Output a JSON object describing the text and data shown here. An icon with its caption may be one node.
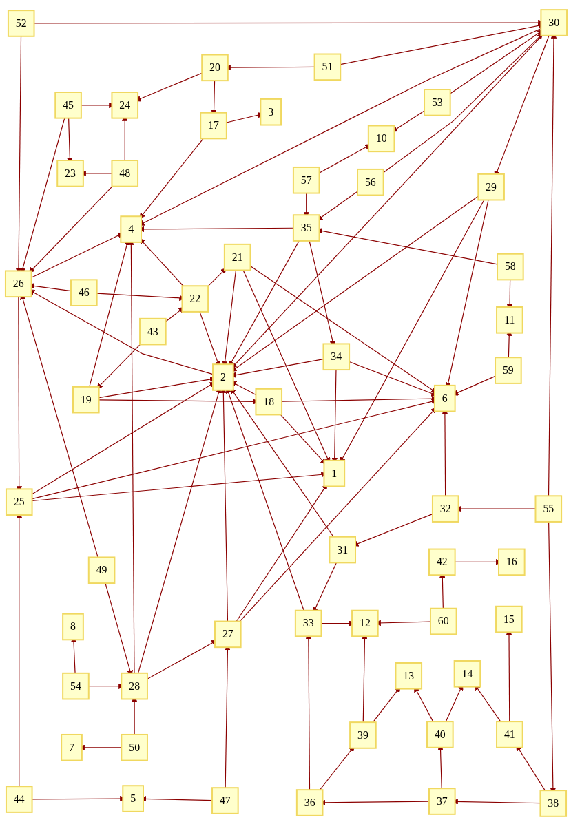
{
  "diagram": {
    "nodes": [
      {
        "text": [
          "1"
        ]
      },
      {
        "text": [
          "2"
        ]
      },
      {
        "text": [
          "3"
        ]
      },
      {
        "text": [
          "4"
        ]
      },
      {
        "text": [
          "5"
        ]
      },
      {
        "text": [
          "6"
        ]
      },
      {
        "text": [
          "7"
        ]
      },
      {
        "text": [
          "8"
        ]
      },
      {
        "text": [
          "10"
        ]
      },
      {
        "text": [
          "11"
        ]
      },
      {
        "text": [
          "12"
        ]
      },
      {
        "text": [
          "13"
        ]
      },
      {
        "text": [
          "14"
        ]
      },
      {
        "text": [
          "15"
        ]
      },
      {
        "text": [
          "16"
        ]
      },
      {
        "text": [
          "17"
        ]
      },
      {
        "text": [
          "18"
        ]
      },
      {
        "text": [
          "19"
        ]
      },
      {
        "text": [
          "20"
        ]
      },
      {
        "text": [
          "21"
        ]
      },
      {
        "text": [
          "22"
        ]
      },
      {
        "text": [
          "23"
        ]
      },
      {
        "text": [
          "24"
        ]
      },
      {
        "text": [
          "25"
        ]
      },
      {
        "text": [
          "26"
        ]
      },
      {
        "text": [
          "27"
        ]
      },
      {
        "text": [
          "28"
        ]
      },
      {
        "text": [
          "29"
        ]
      },
      {
        "text": [
          "30"
        ]
      },
      {
        "text": [
          "31"
        ]
      },
      {
        "text": [
          "32"
        ]
      },
      {
        "text": [
          "33"
        ]
      },
      {
        "text": [
          "34"
        ]
      },
      {
        "text": [
          "35"
        ]
      },
      {
        "text": [
          "36"
        ]
      },
      {
        "text": [
          "37"
        ]
      },
      {
        "text": [
          "38"
        ]
      },
      {
        "text": [
          "39"
        ]
      },
      {
        "text": [
          "40"
        ]
      },
      {
        "text": [
          "41"
        ]
      },
      {
        "text": [
          "42"
        ]
      },
      {
        "text": [
          "43"
        ]
      },
      {
        "text": [
          "44"
        ]
      },
      {
        "text": [
          "45"
        ]
      },
      {
        "text": [
          "46"
        ]
      },
      {
        "text": [
          "47"
        ]
      },
      {
        "text": [
          "48"
        ]
      },
      {
        "text": [
          "49"
        ]
      },
      {
        "text": [
          "50"
        ]
      },
      {
        "text": [
          "51"
        ]
      },
      {
        "text": [
          "52"
        ]
      },
      {
        "text": [
          "53"
        ]
      },
      {
        "text": [
          "54"
        ]
      },
      {
        "text": [
          "55"
        ]
      },
      {
        "text": [
          "56"
        ]
      },
      {
        "text": [
          "57"
        ]
      },
      {
        "text": [
          "58"
        ]
      },
      {
        "text": [
          "59"
        ]
      },
      {
        "text": [
          "60"
        ]
      }
    ],
    "edges": [
      {
        "from": 50,
        "to": 28,
        "arrow": "to"
      },
      {
        "from": 50,
        "to": 24,
        "arrow": "to"
      },
      {
        "from": 49,
        "to": 28,
        "arrow": "to"
      },
      {
        "from": 49,
        "to": 18,
        "arrow": "to"
      },
      {
        "from": 18,
        "to": 22,
        "arrow": "to"
      },
      {
        "from": 18,
        "to": 15,
        "arrow": "to"
      },
      {
        "from": 15,
        "to": 2,
        "arrow": "to"
      },
      {
        "from": 15,
        "to": 3,
        "arrow": "to"
      },
      {
        "from": 43,
        "to": 22,
        "arrow": "to"
      },
      {
        "from": 43,
        "to": 21,
        "arrow": "to"
      },
      {
        "from": 43,
        "to": 24,
        "arrow": "to"
      },
      {
        "from": 46,
        "to": 22,
        "arrow": "to"
      },
      {
        "from": 46,
        "to": 21,
        "arrow": "to"
      },
      {
        "from": 46,
        "to": 24,
        "arrow": "to"
      },
      {
        "from": 28,
        "to": 3,
        "arrow": "to"
      },
      {
        "from": 51,
        "to": 28,
        "arrow": "to"
      },
      {
        "from": 51,
        "to": 8,
        "arrow": "to"
      },
      {
        "from": 54,
        "to": 28,
        "arrow": "to"
      },
      {
        "from": 28,
        "to": 1,
        "arrow": "to"
      },
      {
        "from": 28,
        "to": 27,
        "arrow": "to"
      },
      {
        "from": 53,
        "to": 28,
        "arrow": "to"
      },
      {
        "from": 55,
        "to": 8,
        "arrow": "to"
      },
      {
        "from": 55,
        "to": 33,
        "arrow": "to"
      },
      {
        "from": 54,
        "to": 33,
        "arrow": "to"
      },
      {
        "from": 33,
        "to": 3,
        "arrow": "to"
      },
      {
        "from": 33,
        "to": 1,
        "arrow": "to"
      },
      {
        "from": 33,
        "to": 32,
        "arrow": "to"
      },
      {
        "from": 56,
        "to": 33,
        "arrow": "to"
      },
      {
        "from": 56,
        "to": 9,
        "arrow": "to"
      },
      {
        "from": 57,
        "to": 9,
        "arrow": "to"
      },
      {
        "from": 57,
        "to": 5,
        "arrow": "to"
      },
      {
        "from": 27,
        "to": 1,
        "arrow": "to"
      },
      {
        "from": 27,
        "to": 5,
        "arrow": "to"
      },
      {
        "from": 27,
        "to": 0,
        "arrow": "to"
      },
      {
        "from": 24,
        "to": 3,
        "arrow": "to"
      },
      {
        "from": 44,
        "to": 24,
        "arrow": "to"
      },
      {
        "from": 44,
        "to": 20,
        "arrow": "to"
      },
      {
        "from": 20,
        "to": 3,
        "arrow": "to"
      },
      {
        "from": 20,
        "to": 19,
        "arrow": "to"
      },
      {
        "from": 20,
        "to": 1,
        "arrow": "to"
      },
      {
        "from": 41,
        "to": 20,
        "arrow": "to"
      },
      {
        "from": 41,
        "to": 17,
        "arrow": "to"
      },
      {
        "from": 1,
        "to": 24,
        "arrow": "to"
      },
      {
        "from": 19,
        "to": 1,
        "arrow": "to"
      },
      {
        "from": 19,
        "to": 0,
        "arrow": "to"
      },
      {
        "from": 19,
        "to": 5,
        "arrow": "to"
      },
      {
        "from": 32,
        "to": 1,
        "arrow": "to"
      },
      {
        "from": 32,
        "to": 5,
        "arrow": "to"
      },
      {
        "from": 32,
        "to": 0,
        "arrow": "to"
      },
      {
        "from": 17,
        "to": 3,
        "arrow": "to"
      },
      {
        "from": 17,
        "to": 1,
        "arrow": "to"
      },
      {
        "from": 17,
        "to": 16,
        "arrow": "to"
      },
      {
        "from": 16,
        "to": 1,
        "arrow": "to"
      },
      {
        "from": 16,
        "to": 5,
        "arrow": "to"
      },
      {
        "from": 16,
        "to": 0,
        "arrow": "to"
      },
      {
        "from": 23,
        "to": 1,
        "arrow": "to"
      },
      {
        "from": 23,
        "to": 5,
        "arrow": "to"
      },
      {
        "from": 23,
        "to": 0,
        "arrow": "to"
      },
      {
        "from": 24,
        "to": 23,
        "arrow": "to"
      },
      {
        "from": 47,
        "to": 24,
        "arrow": "to"
      },
      {
        "from": 47,
        "to": 26,
        "arrow": "to"
      },
      {
        "from": 26,
        "to": 3,
        "arrow": "to"
      },
      {
        "from": 26,
        "to": 1,
        "arrow": "to"
      },
      {
        "from": 26,
        "to": 25,
        "arrow": "to"
      },
      {
        "from": 25,
        "to": 1,
        "arrow": "to"
      },
      {
        "from": 25,
        "to": 0,
        "arrow": "to"
      },
      {
        "from": 25,
        "to": 5,
        "arrow": "to"
      },
      {
        "from": 31,
        "to": 1,
        "arrow": "to"
      },
      {
        "from": 29,
        "to": 1,
        "arrow": "to"
      },
      {
        "from": 29,
        "to": 31,
        "arrow": "to"
      },
      {
        "from": 31,
        "to": 10,
        "arrow": "to"
      },
      {
        "from": 30,
        "to": 29,
        "arrow": "to"
      },
      {
        "from": 30,
        "to": 5,
        "arrow": "to"
      },
      {
        "from": 53,
        "to": 30,
        "arrow": "to"
      },
      {
        "from": 53,
        "to": 36,
        "arrow": "to"
      },
      {
        "from": 58,
        "to": 10,
        "arrow": "to"
      },
      {
        "from": 58,
        "to": 40,
        "arrow": "to"
      },
      {
        "from": 40,
        "to": 14,
        "arrow": "to"
      },
      {
        "from": 37,
        "to": 10,
        "arrow": "to"
      },
      {
        "from": 37,
        "to": 11,
        "arrow": "to"
      },
      {
        "from": 38,
        "to": 11,
        "arrow": "to"
      },
      {
        "from": 38,
        "to": 12,
        "arrow": "to"
      },
      {
        "from": 39,
        "to": 12,
        "arrow": "to"
      },
      {
        "from": 39,
        "to": 13,
        "arrow": "to"
      },
      {
        "from": 34,
        "to": 31,
        "arrow": "to"
      },
      {
        "from": 34,
        "to": 37,
        "arrow": "to"
      },
      {
        "from": 35,
        "to": 34,
        "arrow": "to"
      },
      {
        "from": 35,
        "to": 38,
        "arrow": "to"
      },
      {
        "from": 36,
        "to": 35,
        "arrow": "to"
      },
      {
        "from": 36,
        "to": 39,
        "arrow": "to"
      },
      {
        "from": 42,
        "to": 23,
        "arrow": "to"
      },
      {
        "from": 42,
        "to": 4,
        "arrow": "to"
      },
      {
        "from": 45,
        "to": 4,
        "arrow": "to"
      },
      {
        "from": 45,
        "to": 25,
        "arrow": "to"
      },
      {
        "from": 48,
        "to": 26,
        "arrow": "to"
      },
      {
        "from": 48,
        "to": 6,
        "arrow": "to"
      },
      {
        "from": 52,
        "to": 26,
        "arrow": "to"
      },
      {
        "from": 52,
        "to": 7,
        "arrow": "to"
      }
    ]
  }
}
